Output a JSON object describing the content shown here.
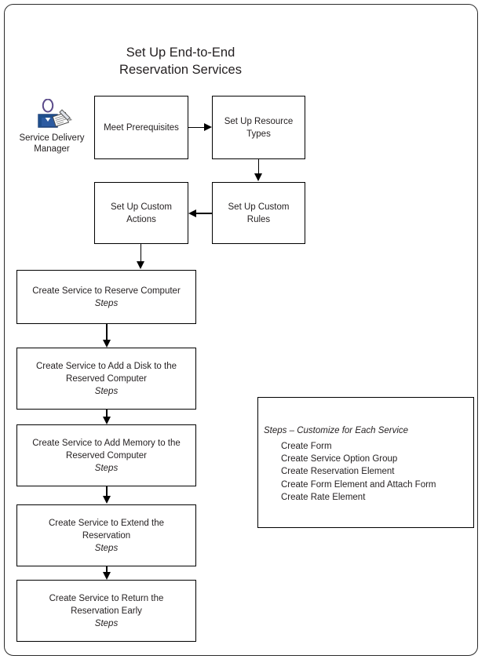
{
  "page": {
    "title": "Set Up End-to-End\nReservation Services"
  },
  "role": {
    "icon": "service-delivery-manager-icon",
    "label": "Service Delivery\nManager"
  },
  "flow": {
    "nodes": [
      {
        "id": "meet-prerequisites",
        "label": "Meet Prerequisites",
        "sub": ""
      },
      {
        "id": "set-up-resource-types",
        "label": "Set Up Resource\nTypes",
        "sub": ""
      },
      {
        "id": "set-up-custom-rules",
        "label": "Set Up Custom\nRules",
        "sub": ""
      },
      {
        "id": "set-up-custom-actions",
        "label": "Set Up Custom\nActions",
        "sub": ""
      },
      {
        "id": "create-service-reserve-computer",
        "label": "Create Service to Reserve Computer",
        "sub": "Steps"
      },
      {
        "id": "create-service-add-disk",
        "label": "Create Service to Add a Disk to the\nReserved Computer",
        "sub": "Steps"
      },
      {
        "id": "create-service-add-memory",
        "label": "Create Service to Add Memory to the\nReserved Computer",
        "sub": "Steps"
      },
      {
        "id": "create-service-extend-reservation",
        "label": "Create Service to Extend the\nReservation",
        "sub": "Steps"
      },
      {
        "id": "create-service-return-early",
        "label": "Create Service to Return the\nReservation Early",
        "sub": "Steps"
      }
    ]
  },
  "legend": {
    "title": "Steps – Customize for Each Service",
    "items": [
      "Create Form",
      "Create Service Option Group",
      "Create Reservation Element",
      "Create Form Element and Attach Form",
      "Create Rate Element"
    ]
  },
  "colors": {
    "border": "#000000",
    "text": "#231f20",
    "icon_blue": "#2c5aa0",
    "page_border": "#2b2b2b"
  }
}
